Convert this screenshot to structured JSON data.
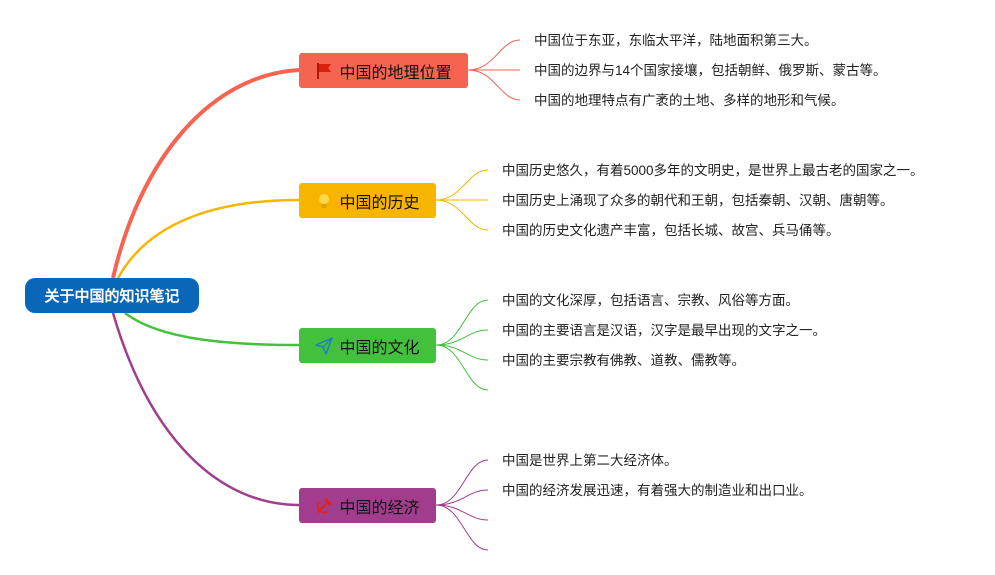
{
  "root": {
    "label": "关于中国的知识笔记",
    "color": "#0a66b8"
  },
  "branches": [
    {
      "label": "中国的地理位置",
      "icon": "red-flag-icon",
      "color": "#f56451",
      "items": [
        "中国位于东亚，东临太平洋，陆地面积第三大。",
        "中国的边界与14个国家接壤，包括朝鲜、俄罗斯、蒙古等。",
        "中国的地理特点有广袤的土地、多样的地形和气候。"
      ]
    },
    {
      "label": "中国的历史",
      "icon": "lightbulb-icon",
      "color": "#f7b500",
      "items": [
        "中国历史悠久，有着5000多年的文明史，是世界上最古老的国家之一。",
        "中国历史上涌现了众多的朝代和王朝，包括秦朝、汉朝、唐朝等。",
        "中国的历史文化遗产丰富，包括长城、故宫、兵马俑等。"
      ]
    },
    {
      "label": "中国的文化",
      "icon": "paper-plane-icon",
      "color": "#44c13c",
      "items": [
        "中国的文化深厚，包括语言、宗教、风俗等方面。",
        "中国的主要语言是汉语，汉字是最早出现的文字之一。",
        "中国的主要宗教有佛教、道教、儒教等。"
      ]
    },
    {
      "label": "中国的经济",
      "icon": "hammer-sickle-icon",
      "color": "#a13d8c",
      "items": [
        "中国是世界上第二大经济体。",
        "中国的经济发展迅速，有着强大的制造业和出口业。"
      ]
    }
  ]
}
